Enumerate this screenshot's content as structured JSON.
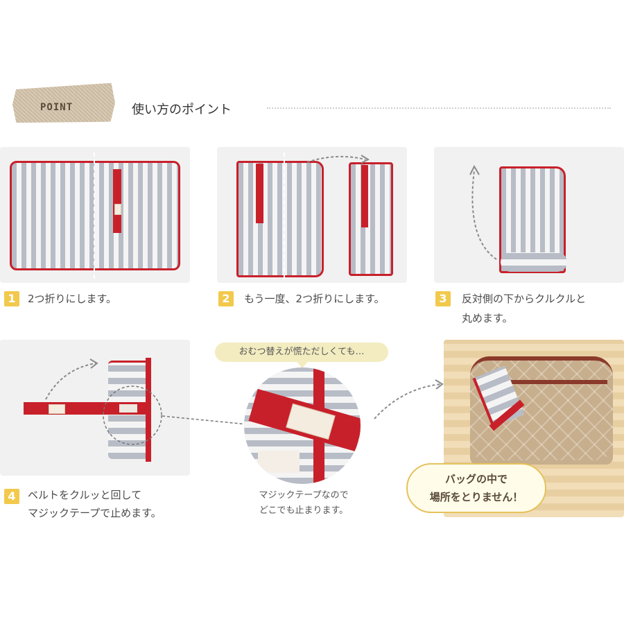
{
  "header": {
    "badge": "POINT",
    "title": "使い方のポイント"
  },
  "steps": [
    {
      "num": "1",
      "text": "2つ折りにします。"
    },
    {
      "num": "2",
      "text": "もう一度、2つ折りにします。"
    },
    {
      "num": "3",
      "line1": "反対側の下からクルクルと",
      "line2": "丸めます。"
    },
    {
      "num": "4",
      "line1": "ベルトをクルッと回して",
      "line2": "マジックテープで止めます。"
    }
  ],
  "detail": {
    "speech": "おむつ替えが慌ただしくても…",
    "caption_line1": "マジックテープなので",
    "caption_line2": "どこでも止まります。"
  },
  "bag": {
    "bubble_line1": "バッグの中で",
    "bubble_line2": "場所をとりません！"
  },
  "colors": {
    "accent_red": "#c8202a",
    "step_badge": "#f2c94c",
    "stripe_gray": "#b7bcc6"
  }
}
